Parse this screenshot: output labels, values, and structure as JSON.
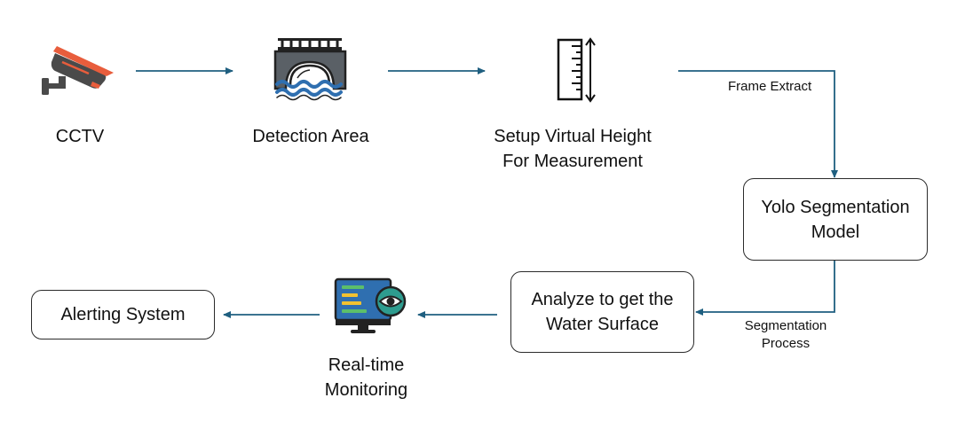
{
  "nodes": {
    "cctv": {
      "label": "CCTV"
    },
    "detection_area": {
      "label": "Detection Area"
    },
    "virtual_height": {
      "label_line1": "Setup Virtual Height",
      "label_line2": "For Measurement"
    },
    "yolo": {
      "label_line1": "Yolo Segmentation",
      "label_line2": "Model"
    },
    "analyze": {
      "label_line1": "Analyze to get the",
      "label_line2": "Water Surface"
    },
    "monitoring": {
      "label_line1": "Real-time",
      "label_line2": "Monitoring"
    },
    "alerting": {
      "label": "Alerting System"
    }
  },
  "edges": {
    "frame_extract": "Frame Extract",
    "segmentation_line1": "Segmentation",
    "segmentation_line2": "Process"
  },
  "colors": {
    "arrow": "#1f5f80",
    "cctv_body": "#4a4a4a",
    "cctv_accent": "#e85d3c",
    "water": "#2f6fb0",
    "screen": "#2f6fb0",
    "monitor_dark": "#222222",
    "eye_green": "#2e9c8f",
    "bar_yellow": "#f2c230",
    "bar_green": "#5cbf6a"
  },
  "icons": {
    "cctv": "cctv-camera-icon",
    "detection_area": "bridge-water-icon",
    "virtual_height": "ruler-height-icon",
    "monitoring": "monitor-eye-icon"
  }
}
